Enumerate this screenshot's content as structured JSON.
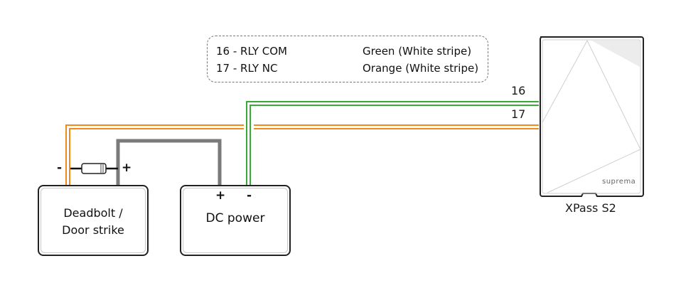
{
  "legend": {
    "rows": [
      {
        "pin": "16 - RLY COM",
        "color": "Green (White stripe)"
      },
      {
        "pin": "17 - RLY NC",
        "color": "Orange (White stripe)"
      }
    ]
  },
  "wires": {
    "green": {
      "label": "16",
      "hex": "#3aaa35"
    },
    "orange": {
      "label": "17",
      "hex": "#f08a1c"
    },
    "power": {
      "hex": "#777777"
    }
  },
  "devices": {
    "deadbolt": {
      "line1": "Deadbolt /",
      "line2": "Door strike",
      "minus": "-",
      "plus": "+"
    },
    "dc_power": {
      "label": "DC power",
      "plus": "+",
      "minus": "-"
    },
    "reader": {
      "label": "XPass S2",
      "brand": "suprema"
    }
  }
}
